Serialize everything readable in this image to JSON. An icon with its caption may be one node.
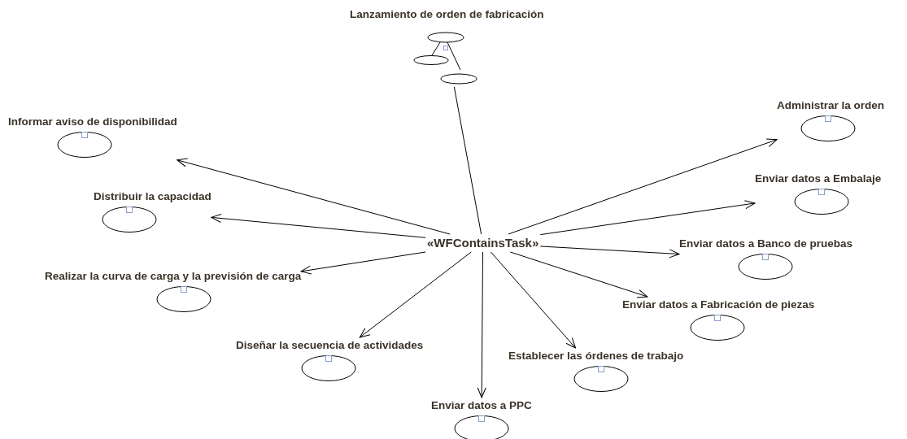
{
  "diagram": {
    "nodes": [
      {
        "text": [
          "Lanzamiento de orden de fabricación"
        ]
      },
      {
        "text": [
          "«WFContainsTask»"
        ]
      },
      {
        "text": [
          "Informar aviso de disponibilidad"
        ]
      },
      {
        "text": [
          "Administrar la orden"
        ]
      },
      {
        "text": [
          "Distribuir la capacidad"
        ]
      },
      {
        "text": [
          "Enviar datos a Embalaje"
        ]
      },
      {
        "text": [
          "Enviar datos a Banco de pruebas"
        ]
      },
      {
        "text": [
          "Realizar la curva de carga y la previsión de carga"
        ]
      },
      {
        "text": [
          "Enviar datos a Fabricación de piezas"
        ]
      },
      {
        "text": [
          "Diseñar la secuencia de actividades"
        ]
      },
      {
        "text": [
          "Establecer las órdenes de trabajo"
        ]
      },
      {
        "text": [
          "Enviar datos a PPC"
        ]
      }
    ],
    "edges": [
      {
        "from": 0,
        "to": 1,
        "arrow": "none"
      },
      {
        "from": 1,
        "to": 2,
        "arrow": "to"
      },
      {
        "from": 1,
        "to": 3,
        "arrow": "to"
      },
      {
        "from": 1,
        "to": 4,
        "arrow": "to"
      },
      {
        "from": 1,
        "to": 5,
        "arrow": "to"
      },
      {
        "from": 1,
        "to": 6,
        "arrow": "to"
      },
      {
        "from": 1,
        "to": 7,
        "arrow": "to"
      },
      {
        "from": 1,
        "to": 8,
        "arrow": "to"
      },
      {
        "from": 1,
        "to": 9,
        "arrow": "to"
      },
      {
        "from": 1,
        "to": 10,
        "arrow": "to"
      },
      {
        "from": 1,
        "to": 11,
        "arrow": "to"
      }
    ]
  }
}
